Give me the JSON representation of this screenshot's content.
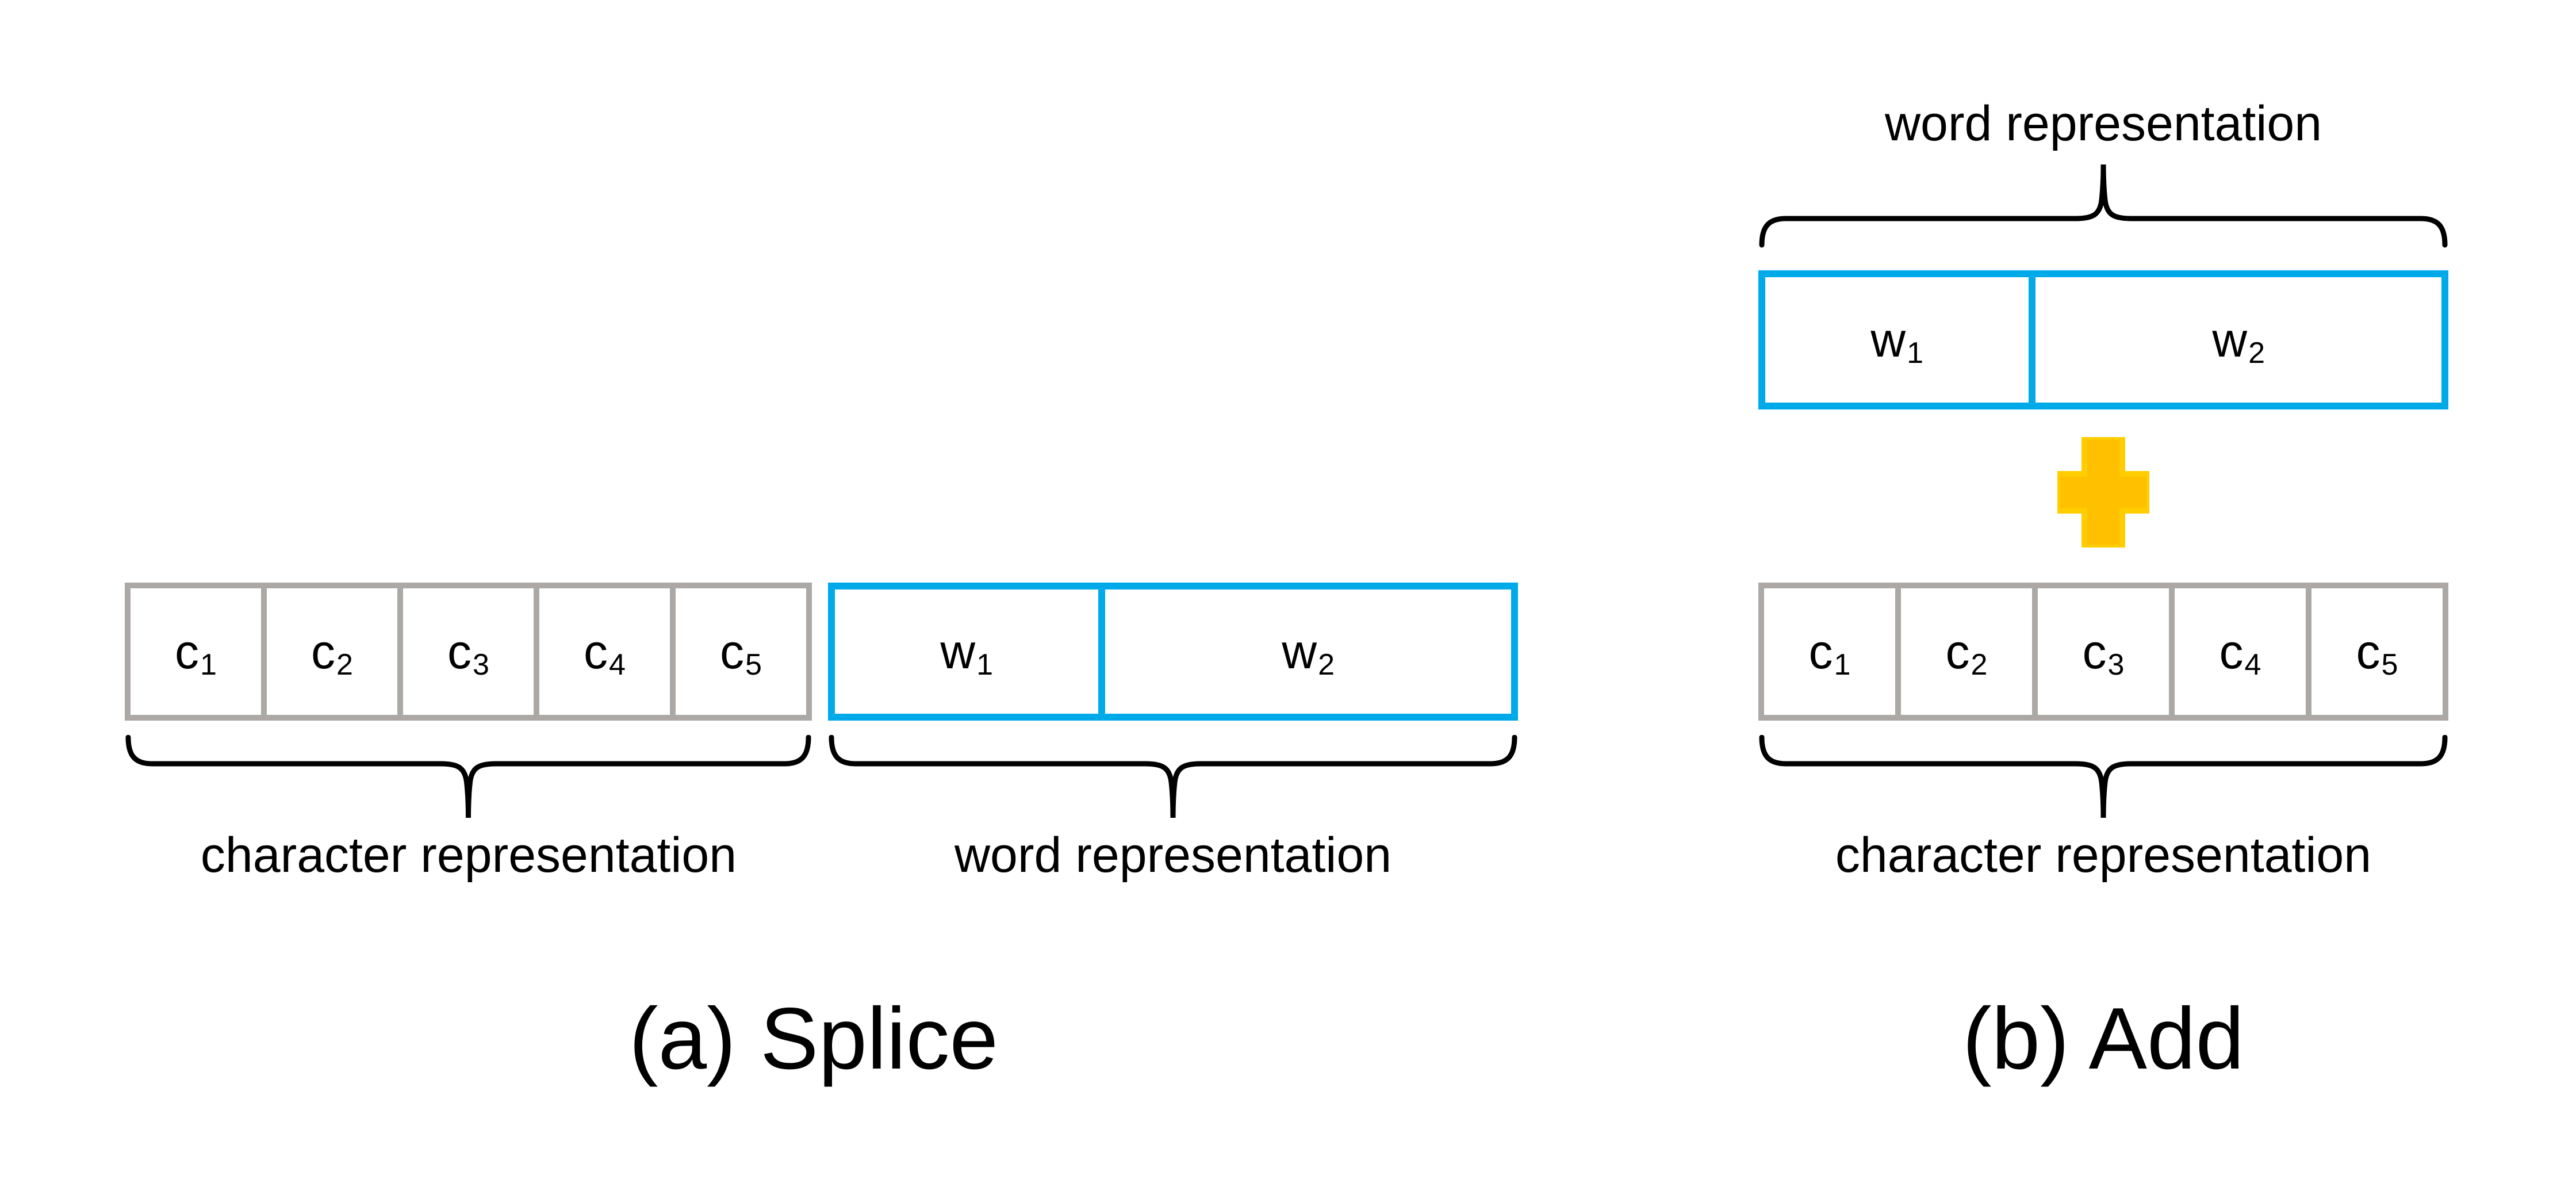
{
  "panel_a": {
    "caption": "(a) Splice",
    "char_label": "character representation",
    "word_label": "word representation",
    "char_cells": [
      {
        "base": "c",
        "sub": "1"
      },
      {
        "base": "c",
        "sub": "2"
      },
      {
        "base": "c",
        "sub": "3"
      },
      {
        "base": "c",
        "sub": "4"
      },
      {
        "base": "c",
        "sub": "5"
      }
    ],
    "word_cells": [
      {
        "base": "w",
        "sub": "1"
      },
      {
        "base": "w",
        "sub": "2"
      }
    ]
  },
  "panel_b": {
    "caption": "(b) Add",
    "word_label": "word representation",
    "char_label": "character representation",
    "plus_icon": "plus",
    "word_cells": [
      {
        "base": "w",
        "sub": "1"
      },
      {
        "base": "w",
        "sub": "2"
      }
    ],
    "char_cells": [
      {
        "base": "c",
        "sub": "1"
      },
      {
        "base": "c",
        "sub": "2"
      },
      {
        "base": "c",
        "sub": "3"
      },
      {
        "base": "c",
        "sub": "4"
      },
      {
        "base": "c",
        "sub": "5"
      }
    ]
  },
  "colors": {
    "word_box_blue": "#00AAE8",
    "char_box_gray": "#ABA8A5",
    "plus_gold": "#FFC103",
    "text_black": "#000000"
  }
}
